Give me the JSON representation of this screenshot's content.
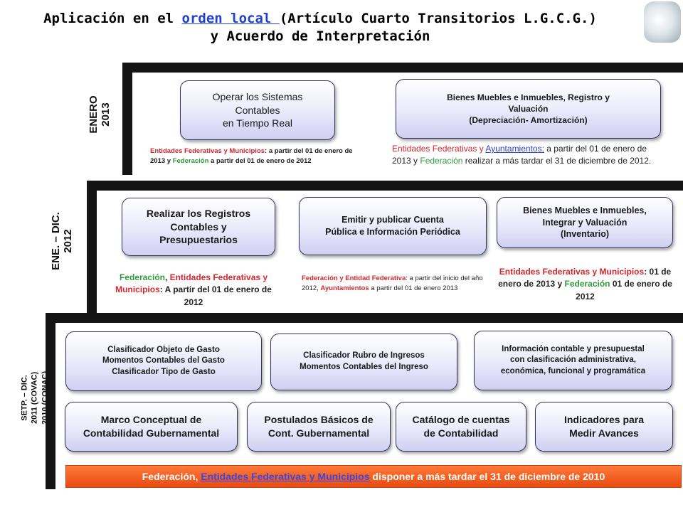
{
  "title": {
    "line1_pre": "Aplicación en el ",
    "line1_link": "orden local ",
    "line1_post": "(Artículo Cuarto Transitorios L.G.C.G.)",
    "line2": "y Acuerdo de Interpretación"
  },
  "labels": {
    "enero2013_l1": "ENERO",
    "enero2013_l2": "2013",
    "ene2012_l1": "ENE. – DIC.",
    "ene2012_l2": "2012",
    "setp_l1": "SETP. – DIC.",
    "setp_l2": "2011 (COVAC)",
    "setp_l3": "2010 (CONAC)"
  },
  "row2013": {
    "card1": [
      "Operar los Sistemas",
      "Contables",
      "en Tiempo Real"
    ],
    "card2": [
      "Bienes Muebles e Inmuebles, Registro y",
      "Valuación",
      "(Depreciación- Amortización)"
    ],
    "note1": {
      "a": "Entidades Federativas y Municipios",
      "b": ": a partir del 01 de enero de 2013 y ",
      "c": "Federación",
      "d": " a partir del 01 de enero de 2012"
    },
    "note2": {
      "a": "Entidades Federativas y ",
      "b": "Ayuntamientos:",
      "c": " a partir del 01 de enero de 2013 y ",
      "d": "Federación",
      "e": " realizar a más tardar el 31 de diciembre de 2012."
    }
  },
  "row2012": {
    "card1": [
      "Realizar los Registros",
      "Contables y",
      "Presupuestarios"
    ],
    "card2": [
      "Emitir y publicar Cuenta",
      "Pública e Información Periódica"
    ],
    "card3": [
      "Bienes Muebles e Inmuebles,",
      "Integrar y Valuación",
      "(Inventario)"
    ],
    "note1": {
      "a": "Federación",
      "b": ", ",
      "c": "Entidades Federativas y Municipios",
      "d": ": A partir del 01 de enero de 2012"
    },
    "note2": {
      "a": "Federación y Entidad Federativa",
      "b": ": a partir del inicio del año 2012, ",
      "c": "Ayuntamientos",
      "d": " a partir del 01 de enero 2013"
    },
    "note3": {
      "a": "Entidades Federativas y Municipios",
      "b": ": 01 de enero de 2013 y ",
      "c": "Federación",
      "d": " 01 de enero de 2012"
    }
  },
  "row2010": {
    "card1": [
      "Clasificador Objeto de Gasto",
      "Momentos Contables del Gasto",
      "Clasificador Tipo de Gasto"
    ],
    "card2": [
      "Clasificador Rubro de Ingresos",
      "Momentos Contables del Ingreso"
    ],
    "card3": [
      "Información contable y presupuestal",
      "con clasificación administrativa,",
      "económica, funcional y programática"
    ],
    "card4": [
      "Marco Conceptual de",
      "Contabilidad Gubernamental"
    ],
    "card5": [
      "Postulados Básicos de",
      "Cont. Gubernamental"
    ],
    "card6": [
      "Catálogo de cuentas",
      "de Contabilidad"
    ],
    "card7": [
      "Indicadores para",
      "Medir Avances"
    ]
  },
  "footer": {
    "a": "Federación, ",
    "b": "Entidades Federativas y Municipios ",
    "c": "disponer a más tardar el 31 de diciembre de 2010"
  },
  "colors": {
    "red": "#d8262e",
    "green": "#2e9b3a",
    "link": "#2d3fd3",
    "footer": "#ef5a1c"
  }
}
